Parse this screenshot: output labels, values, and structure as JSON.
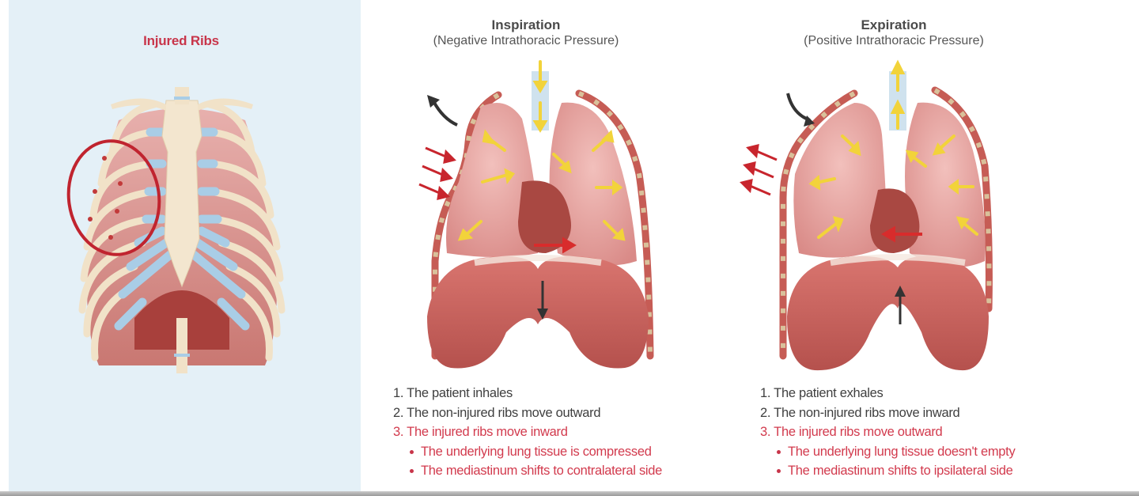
{
  "left_panel": {
    "title": "Injured Ribs",
    "title_color": "#c8354a",
    "background": "#e4f0f7",
    "illustration": "rib-cage-anterior-view",
    "highlight": "red-circle-around-injured-right-ribs"
  },
  "inspiration": {
    "title": "Inspiration",
    "subtitle": "(Negative Intrathoracic Pressure)",
    "illustration": "lungs-inspiration",
    "steps": [
      {
        "num": "1.",
        "text": "The patient inhales",
        "style": "gray"
      },
      {
        "num": "2.",
        "text": "The non-injured ribs move outward",
        "style": "gray"
      },
      {
        "num": "3.",
        "text": "The injured ribs move inward",
        "style": "red"
      }
    ],
    "bullets": [
      "The underlying lung tissue is compressed",
      "The mediastinum shifts to contralateral side"
    ]
  },
  "expiration": {
    "title": "Expiration",
    "subtitle": "(Positive Intrathoracic Pressure)",
    "illustration": "lungs-expiration",
    "steps": [
      {
        "num": "1.",
        "text": "The patient exhales",
        "style": "gray"
      },
      {
        "num": "2.",
        "text": "The non-injured ribs move inward",
        "style": "gray"
      },
      {
        "num": "3.",
        "text": "The injured ribs move outward",
        "style": "red"
      }
    ],
    "bullets": [
      "The underlying lung tissue doesn't empty",
      "The mediastinum shifts to ipsilateral side"
    ]
  },
  "colors": {
    "accent_red": "#d23a4d",
    "text_gray": "#3f3f3f",
    "arrow_yellow": "#f2d33a",
    "arrow_dark": "#333333",
    "lung_pink": "#eaa7a6",
    "muscle": "#c8615c",
    "bone": "#f1e2c8",
    "cartilage": "#a9cde6"
  }
}
